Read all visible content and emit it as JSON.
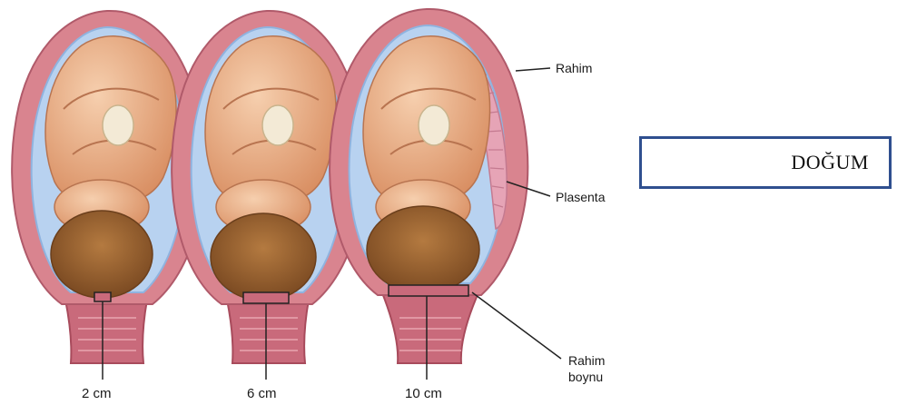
{
  "title": "DOĞUM",
  "labels": {
    "uterus": "Rahim",
    "placenta": "Plasenta",
    "cervix_line1": "Rahim",
    "cervix_line2": "boynu"
  },
  "stages": [
    {
      "dilation": "2 cm"
    },
    {
      "dilation": "6 cm"
    },
    {
      "dilation": "10 cm"
    }
  ],
  "colors": {
    "uterus_wall": "#d9848f",
    "uterus_inner": "#b8d2f0",
    "skin": "#eab48f",
    "hair": "#9b6532",
    "placenta": "#e6a4b6",
    "box_border": "#2f4f8f"
  }
}
